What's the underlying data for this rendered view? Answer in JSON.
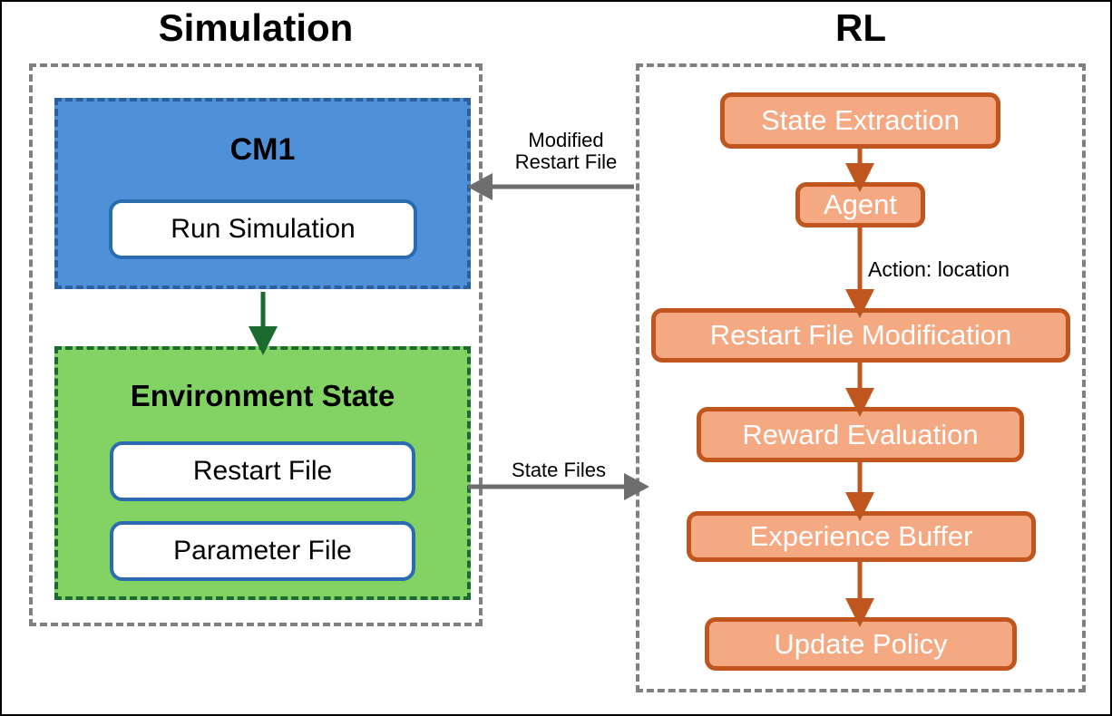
{
  "diagram": {
    "title_left": "Simulation",
    "title_right": "RL",
    "simulation": {
      "cm1": {
        "heading": "CM1",
        "items": [
          {
            "label": "Run Simulation"
          }
        ]
      },
      "environment_state": {
        "heading": "Environment State",
        "items": [
          {
            "label": "Restart File"
          },
          {
            "label": "Parameter File"
          }
        ]
      }
    },
    "rl": {
      "nodes": [
        {
          "label": "State Extraction"
        },
        {
          "label": "Agent"
        },
        {
          "label": "Restart File Modification"
        },
        {
          "label": "Reward Evaluation"
        },
        {
          "label": "Experience Buffer"
        },
        {
          "label": "Update Policy"
        }
      ]
    },
    "edge_labels": {
      "modified_restart_file_line1": "Modified",
      "modified_restart_file_line2": "Restart File",
      "state_files": "State Files",
      "action_location": "Action: location"
    },
    "colors": {
      "panel_border": "#808080",
      "cm1_fill": "#4f91d8",
      "cm1_border": "#2b5f9e",
      "env_fill": "#82d264",
      "env_border": "#1c6b2e",
      "subbox_fill": "#ffffff",
      "subbox_border": "#2b6cb0",
      "rl_node_fill": "#f4a983",
      "rl_node_border": "#c0561d",
      "rl_arrow": "#c0561d",
      "green_arrow": "#1c6b2e",
      "gray_arrow": "#6e6e6e",
      "text_dark": "#000000",
      "text_light": "#ffffff"
    }
  }
}
